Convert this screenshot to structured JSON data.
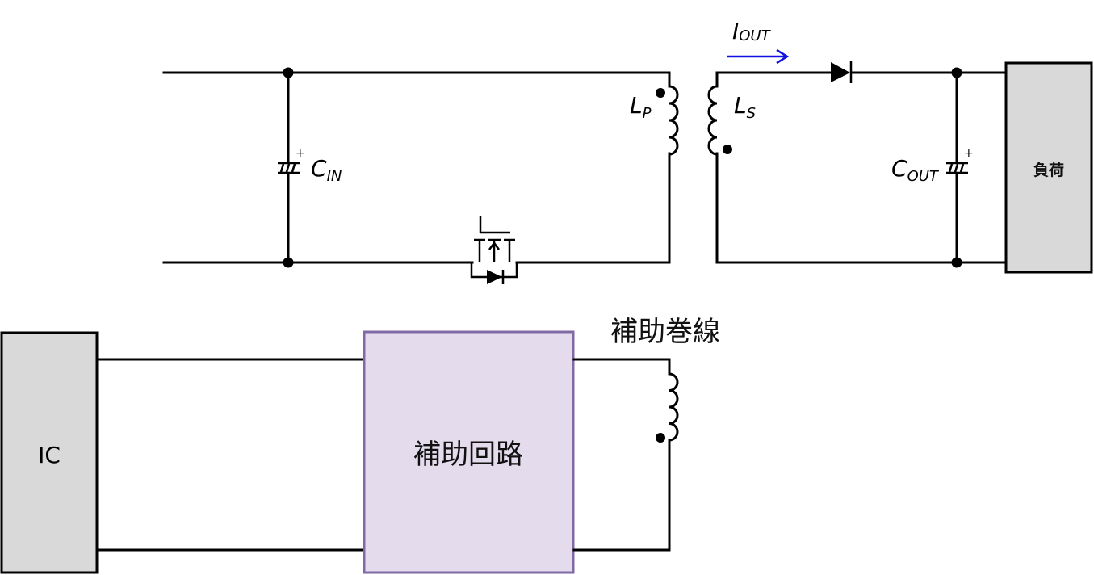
{
  "diagram": {
    "type": "flyback-converter-schematic",
    "colors": {
      "wire": "#000000",
      "current_arrow": "#1010e0",
      "load_fill": "#d9d9d9",
      "ic_fill": "#d9d9d9",
      "aux_circuit_fill": "#e4dcec",
      "aux_circuit_border": "#7f6aa6"
    },
    "labels": {
      "c_in_main": "C",
      "c_in_sub": "IN",
      "c_out_main": "C",
      "c_out_sub": "OUT",
      "lp_main": "L",
      "lp_sub": "P",
      "ls_main": "L",
      "ls_sub": "S",
      "iout_main": "I",
      "iout_sub": "OUT",
      "plus": "+",
      "load": "負荷",
      "ic": "IC",
      "aux_circuit": "補助回路",
      "aux_winding": "補助巻線"
    },
    "components": [
      {
        "id": "c-in",
        "kind": "electrolytic-capacitor",
        "label": "C_IN"
      },
      {
        "id": "mosfet",
        "kind": "n-channel-mosfet-with-body-diode"
      },
      {
        "id": "transformer",
        "kind": "transformer",
        "windings": [
          "L_P",
          "L_S"
        ]
      },
      {
        "id": "d-out",
        "kind": "diode"
      },
      {
        "id": "c-out",
        "kind": "electrolytic-capacitor",
        "label": "C_OUT"
      },
      {
        "id": "load",
        "kind": "block",
        "label": "負荷"
      },
      {
        "id": "ic",
        "kind": "block",
        "label": "IC"
      },
      {
        "id": "aux-circuit",
        "kind": "block",
        "label": "補助回路"
      },
      {
        "id": "aux-winding",
        "kind": "inductor",
        "label": "補助巻線"
      }
    ]
  }
}
